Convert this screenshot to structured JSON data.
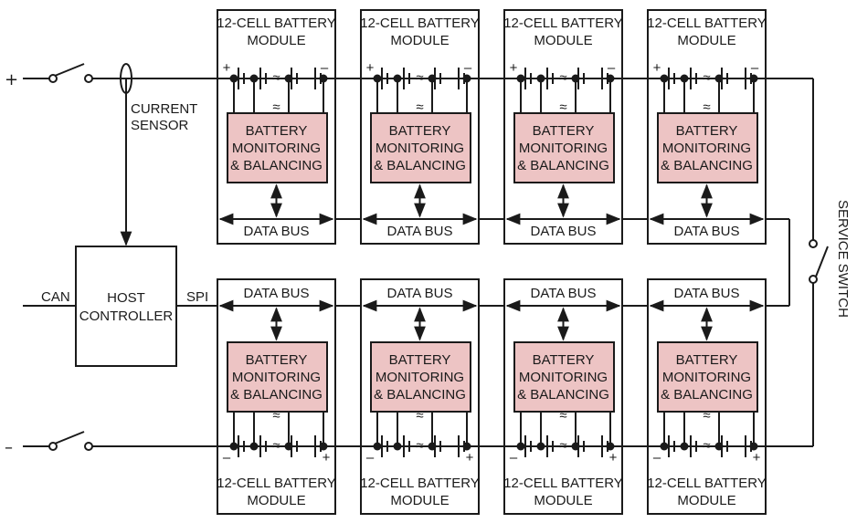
{
  "colors": {
    "line": "#1a1a1a",
    "monitor_fill": "#edc4c4",
    "background": "#ffffff"
  },
  "labels": {
    "plus_terminal": "+",
    "minus_terminal": "–",
    "current_sensor": [
      "CURRENT",
      "SENSOR"
    ],
    "host_controller": [
      "HOST",
      "CONTROLLER"
    ],
    "can": "CAN",
    "spi": "SPI",
    "service_switch": "SERVICE SWITCH"
  },
  "top_modules": [
    {
      "title": [
        "12-CELL BATTERY",
        "MODULE"
      ],
      "monitor": [
        "BATTERY",
        "MONITORING",
        "& BALANCING"
      ],
      "bus": "DATA BUS",
      "plus": "+",
      "minus": "–"
    },
    {
      "title": [
        "12-CELL BATTERY",
        "MODULE"
      ],
      "monitor": [
        "BATTERY",
        "MONITORING",
        "& BALANCING"
      ],
      "bus": "DATA BUS",
      "plus": "+",
      "minus": "–"
    },
    {
      "title": [
        "12-CELL BATTERY",
        "MODULE"
      ],
      "monitor": [
        "BATTERY",
        "MONITORING",
        "& BALANCING"
      ],
      "bus": "DATA BUS",
      "plus": "+",
      "minus": "–"
    },
    {
      "title": [
        "12-CELL BATTERY",
        "MODULE"
      ],
      "monitor": [
        "BATTERY",
        "MONITORING",
        "& BALANCING"
      ],
      "bus": "DATA BUS",
      "plus": "+",
      "minus": "–"
    }
  ],
  "bottom_modules": [
    {
      "title": [
        "12-CELL BATTERY",
        "MODULE"
      ],
      "monitor": [
        "BATTERY",
        "MONITORING",
        "& BALANCING"
      ],
      "bus": "DATA BUS",
      "plus": "+",
      "minus": "–"
    },
    {
      "title": [
        "12-CELL BATTERY",
        "MODULE"
      ],
      "monitor": [
        "BATTERY",
        "MONITORING",
        "& BALANCING"
      ],
      "bus": "DATA BUS",
      "plus": "+",
      "minus": "–"
    },
    {
      "title": [
        "12-CELL BATTERY",
        "MODULE"
      ],
      "monitor": [
        "BATTERY",
        "MONITORING",
        "& BALANCING"
      ],
      "bus": "DATA BUS",
      "plus": "+",
      "minus": "–"
    },
    {
      "title": [
        "12-CELL BATTERY",
        "MODULE"
      ],
      "monitor": [
        "BATTERY",
        "MONITORING",
        "& BALANCING"
      ],
      "bus": "DATA BUS",
      "plus": "+",
      "minus": "–"
    }
  ]
}
